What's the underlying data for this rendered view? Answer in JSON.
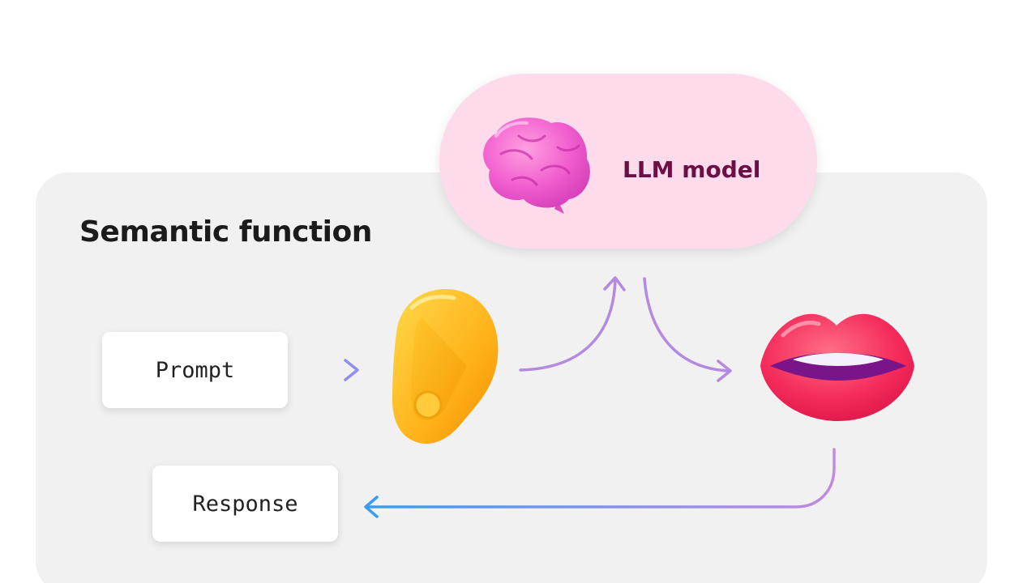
{
  "panel": {
    "title": "Semantic function"
  },
  "llm": {
    "label": "LLM model",
    "icon": "brain-icon"
  },
  "nodes": {
    "prompt_label": "Prompt",
    "response_label": "Response",
    "ear_icon": "ear-icon",
    "mouth_icon": "mouth-icon"
  },
  "colors": {
    "panel_bg": "#f2f1f2",
    "pill_bg": "#fddbeb",
    "llm_text": "#6b0f45",
    "arrow_purple": "#b48ae0",
    "arrow_blue": "#3d9bef"
  }
}
